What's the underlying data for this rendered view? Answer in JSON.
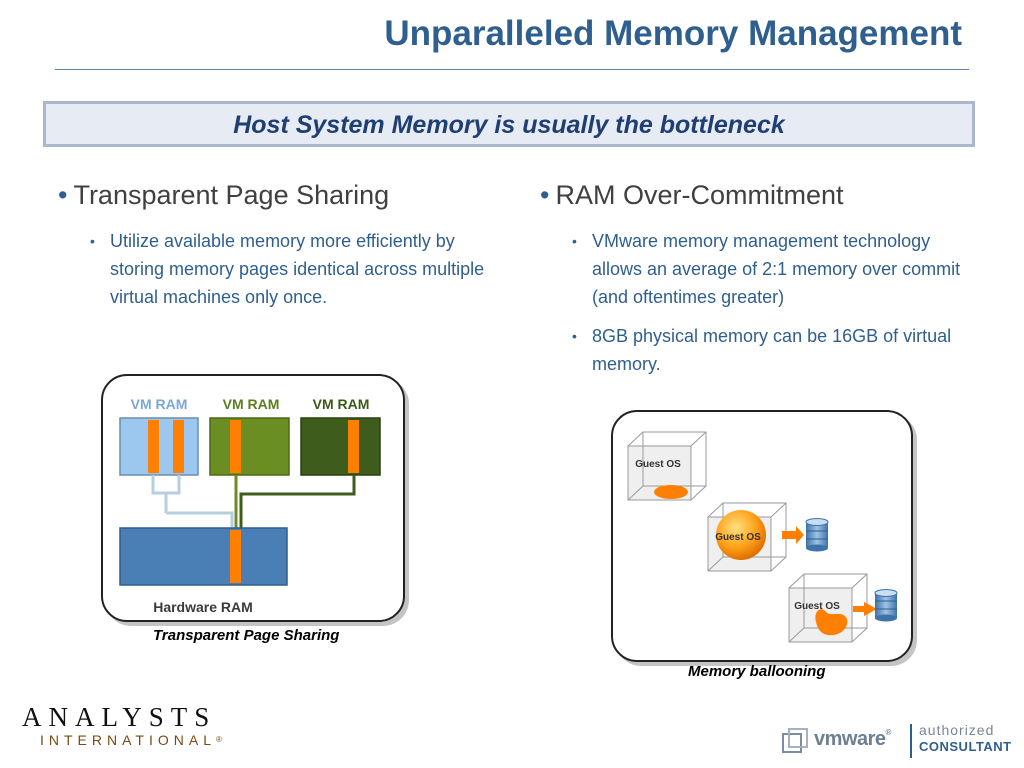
{
  "slide": {
    "title": "Unparalleled Memory Management",
    "banner": "Host System Memory is usually the bottleneck"
  },
  "left_column": {
    "heading": "Transparent Page Sharing",
    "bullets": [
      "Utilize available memory more efficiently by storing memory pages identical across multiple virtual machines only once."
    ],
    "diagram": {
      "vm_labels": [
        "VM RAM",
        "VM RAM",
        "VM RAM"
      ],
      "hardware_label": "Hardware RAM",
      "caption": "Transparent Page Sharing"
    }
  },
  "right_column": {
    "heading": "RAM Over-Commitment",
    "bullets": [
      "VMware memory management technology allows an average of 2:1 memory over commit (and oftentimes greater)",
      "8GB physical memory can be 16GB of virtual memory."
    ],
    "diagram": {
      "guest_labels": [
        "Guest OS",
        "Guest OS",
        "Guest OS"
      ],
      "caption": "Memory ballooning"
    }
  },
  "footer": {
    "logo_top": "ANALYSTS",
    "logo_bottom": "INTERNATIONAL",
    "logo_mark": "®",
    "vmware_wordmark": "vmware",
    "vmware_mark": "®",
    "authorized": "authorized",
    "consultant": "CONSULTANT"
  },
  "colors": {
    "title": "#2f5f8f",
    "banner_text": "#1f3f73",
    "accent_orange": "#ff7f00",
    "vm_light_blue": "#9cc8f0",
    "vm_green": "#6b8e23",
    "vm_dark_green": "#3e5c1c",
    "hardware_blue": "#4a7fb5"
  }
}
